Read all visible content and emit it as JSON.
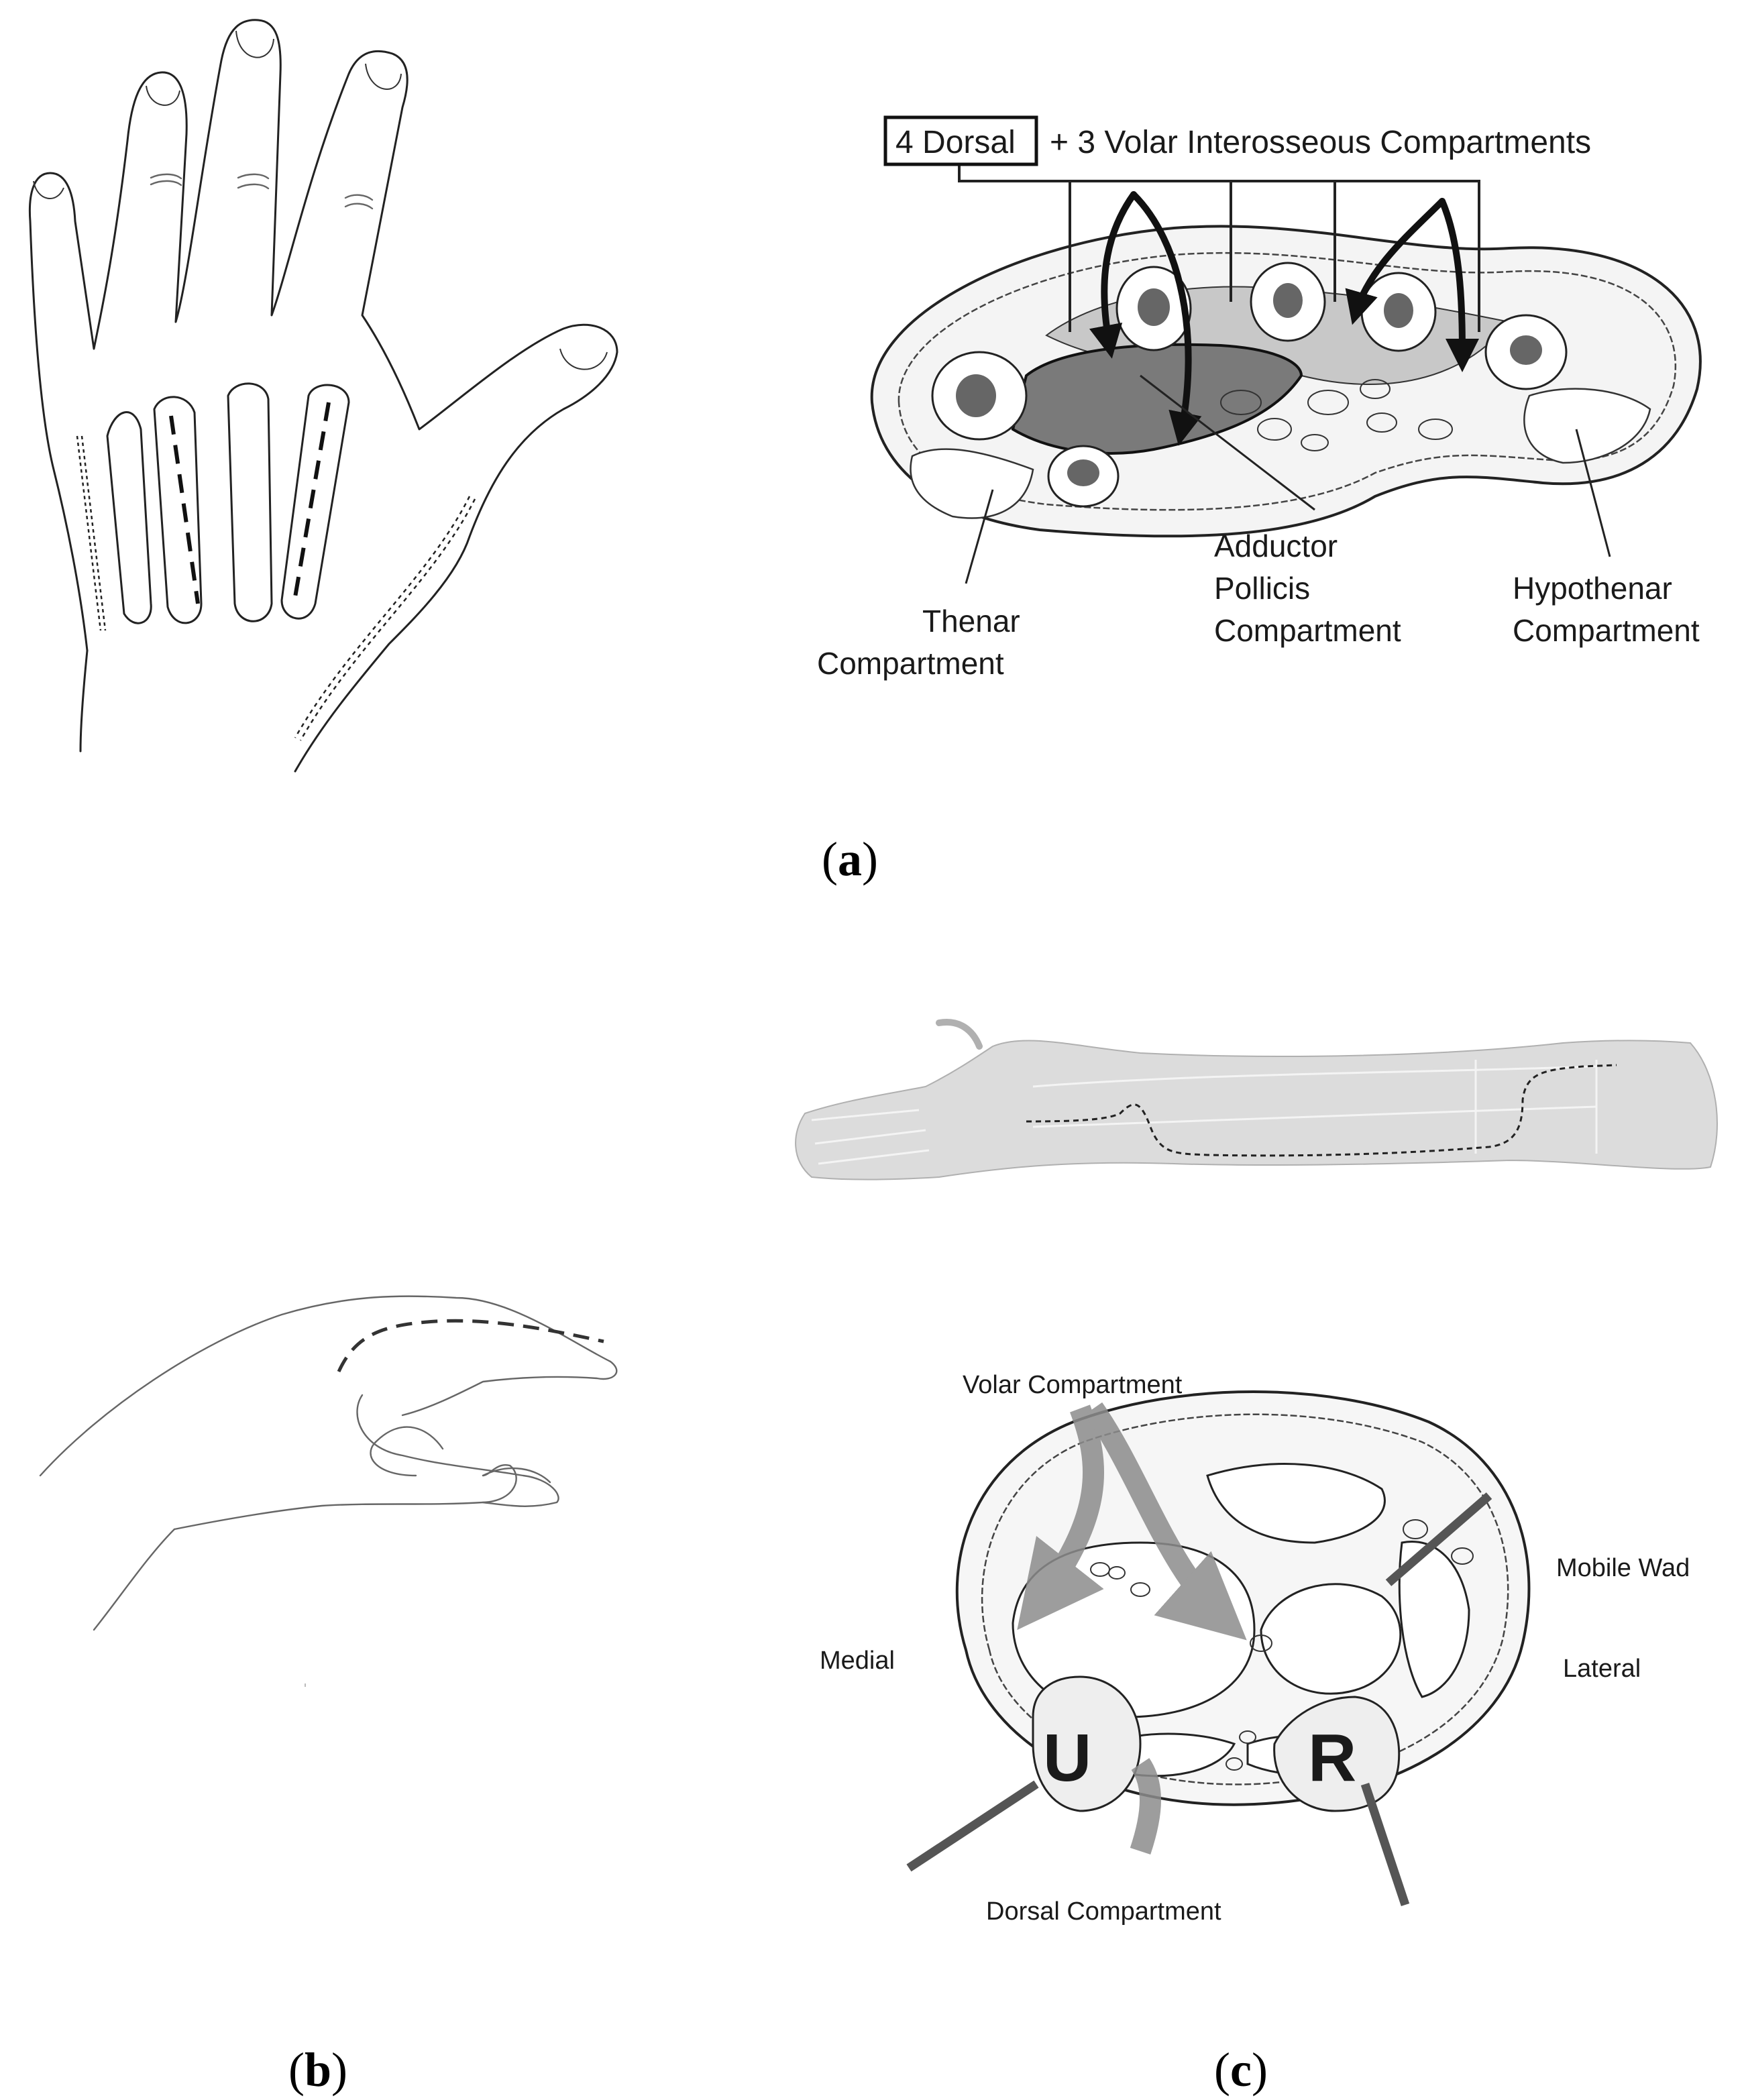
{
  "panel_a": {
    "header_boxed": "4 Dorsal",
    "header_rest": "+ 3 Volar Interosseous Compartments",
    "adductor_line1": "Adductor",
    "adductor_line2": "Pollicis",
    "adductor_line3": "Compartment",
    "thenar_line1": "Thenar",
    "thenar_line2": "Compartment",
    "hypothenar_line1": "Hypothenar",
    "hypothenar_line2": "Compartment",
    "caption_open": "(",
    "caption_letter": "a",
    "caption_close": ")"
  },
  "panel_b": {
    "caption_open": "(",
    "caption_letter": "b",
    "caption_close": ")"
  },
  "panel_c": {
    "volar": "Volar Compartment",
    "mobile_wad": "Mobile Wad",
    "medial": "Medial",
    "lateral": "Lateral",
    "ulna_letter": "U",
    "radius_letter": "R",
    "dorsal": "Dorsal Compartment",
    "caption_open": "(",
    "caption_letter": "c",
    "caption_close": ")"
  },
  "colors": {
    "ink": "#222222",
    "compartment_light": "#c8c8c8",
    "compartment_dark": "#7a7a7a",
    "arm_fill": "#dcdcdc",
    "arrow_grey": "#8c8c8c"
  }
}
